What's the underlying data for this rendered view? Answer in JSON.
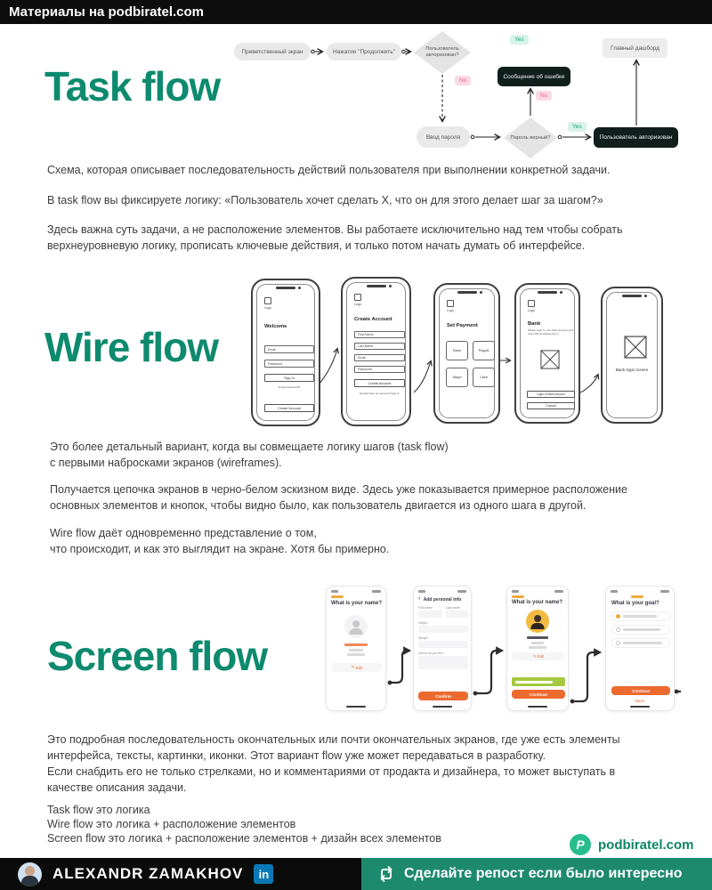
{
  "topbar": {
    "text": "Материалы на podbiratel.com"
  },
  "taskflow": {
    "title": "Task flow",
    "paragraphs": [
      "Схема, которая описывает последовательность действий пользователя при выполнении конкретной задачи.",
      "В task flow вы фиксируете логику: «Пользователь хочет сделать X, что он для этого делает шаг за шагом?»",
      "Здесь важна суть задачи, а не расположение элементов. Вы работаете исключительно над тем чтобы собрать\nверхнеуровневую логику, прописать ключевые действия, и только потом начать думать об интерфейсе."
    ],
    "diagram": {
      "welcome_screen": "Приветственный экран",
      "press_continue": "Нажатие \"Продолжить\"",
      "user_authorized_q": "Пользователь авторизован?",
      "main_dashboard": "Главный дашборд",
      "error_message": "Сообщение об ошибке",
      "enter_password": "Ввод пароля",
      "password_correct_q": "Пароль верный?",
      "user_authorized": "Пользователь авторизован",
      "yes_label": "Yes",
      "no_label": "No"
    }
  },
  "wireflow": {
    "title": "Wire flow",
    "paragraphs": [
      "Это более детальный вариант, когда вы совмещаете логику шагов (task flow)\nс первыми набросками экранов (wireframes).",
      "Получается цепочка экранов в черно-белом эскизном виде. Здесь уже показывается примерное расположение\nосновных элементов и кнопок, чтобы видно было, как пользователь двигается из одного шага в другой.",
      "Wire flow даёт одновременно представление о том,\nчто происходит, и как это выглядит на экране. Хотя бы примерно."
    ],
    "phones": [
      {
        "logo": "Logo",
        "title": "Welcome",
        "fields": [
          "Email",
          "Password"
        ],
        "primary": "Sign In",
        "link": "Forgot Password?",
        "secondary": "Create Account"
      },
      {
        "logo": "Logo",
        "title": "Create Account",
        "fields": [
          "First Name",
          "Last Name",
          "Email",
          "Password"
        ],
        "primary": "Create Account",
        "link": "Already have an account? Sign In"
      },
      {
        "logo": "Logo",
        "title": "Set Payment",
        "options": [
          "Bank",
          "Paypal",
          "Stripe",
          "Cash"
        ]
      },
      {
        "logo": "Logo",
        "title": "Bank",
        "note": "Please login to your bank account and enter PIN as followed by it",
        "primary": "Login to Bank Account",
        "secondary": "Cancel"
      },
      {
        "caption": "Bank login screen"
      }
    ]
  },
  "screenflow": {
    "title": "Screen flow",
    "paragraphs": [
      "Это подробная последовательность окончательных или почти окончательных экранов, где уже есть элементы\nинтерфейса, тексты, картинки, иконки. Этот вариант flow уже может передаваться в разработку.\nЕсли снабдить его не только стрелками, но и комментариями от продакта и дизайнера, то может выступать в\nкачестве описания задачи."
    ],
    "summary": [
      "Task flow это логика",
      "Wire flow это логика + расположение элементов",
      "Screen flow это логика + расположение элементов + дизайн всех элементов"
    ],
    "screens": [
      {
        "title": "What is your name?",
        "edit": "Edit"
      },
      {
        "title": "Add personal info",
        "labels": [
          "First name",
          "Last name",
          "Height",
          "Weight",
          "Where do you live?"
        ],
        "confirm": "Confirm"
      },
      {
        "title": "What is your name?",
        "edit": "Edit",
        "continue": "Continue"
      },
      {
        "title": "What is your goal?",
        "continue": "Continue",
        "back": "Back"
      }
    ]
  },
  "brand": {
    "letter": "P",
    "site": "podbiratel.com"
  },
  "footer": {
    "author": "ALEXANDR ZAMAKHOV",
    "linkedin": "in",
    "cta": "Сделайте репост если было интересно"
  },
  "icons": {
    "pencil": "✎",
    "back_arrow": "‹"
  },
  "colors": {
    "accent_teal": "#0e8a6e",
    "footer_teal": "#1e8a6d",
    "orange": "#ed6a2f",
    "yes_green": "#17a379",
    "no_pink": "#e0688a",
    "linkedin_blue": "#0a78b6"
  }
}
